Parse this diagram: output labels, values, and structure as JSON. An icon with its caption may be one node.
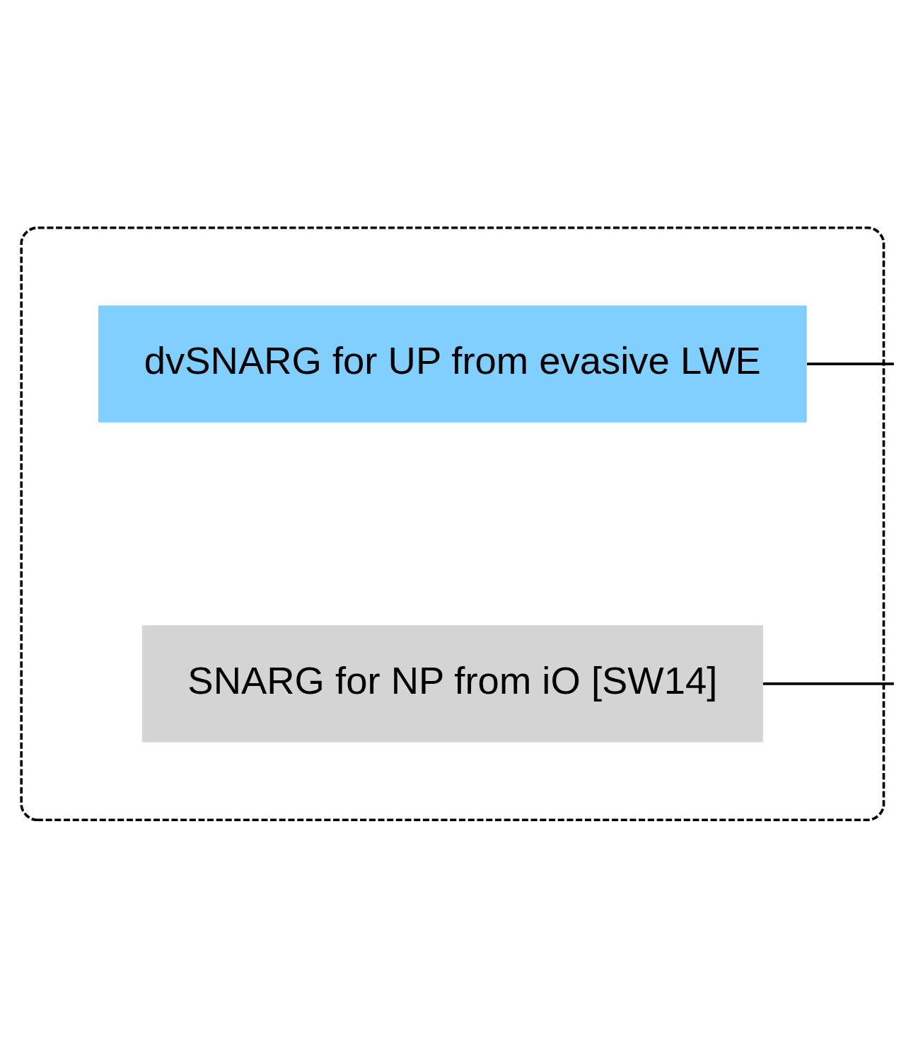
{
  "diagram": {
    "nodes": [
      {
        "text": [],
        "shape": "box"
      },
      {
        "text": [
          "dvSNARG for UP from evasive LWE"
        ],
        "in": 0
      },
      {
        "text": [
          "SNARG for NP from iO [SW14]"
        ],
        "in": 0
      }
    ],
    "edges": [
      {
        "from": 1,
        "to": null,
        "arrow": "none"
      },
      {
        "from": 2,
        "to": null,
        "arrow": "none"
      }
    ]
  }
}
